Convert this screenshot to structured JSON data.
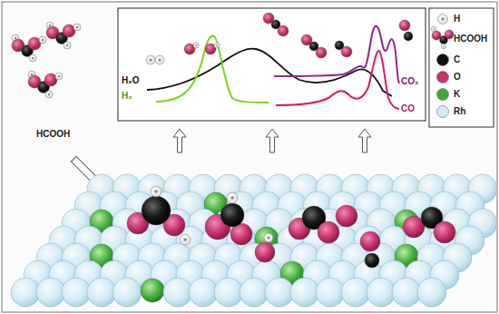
{
  "diagram": {
    "labels": [
      "HCOOH",
      "H₂O",
      "H₂",
      "CO₂",
      "CO"
    ],
    "legend": [
      {
        "text": "H"
      },
      {
        "text": "HCOOH"
      },
      {
        "text": "C",
        "color": "#111111"
      },
      {
        "text": "O",
        "color": "#c8336e"
      },
      {
        "text": "K",
        "color": "#3fa83a"
      },
      {
        "text": "Rh",
        "color": "#d4eaf3"
      }
    ]
  }
}
